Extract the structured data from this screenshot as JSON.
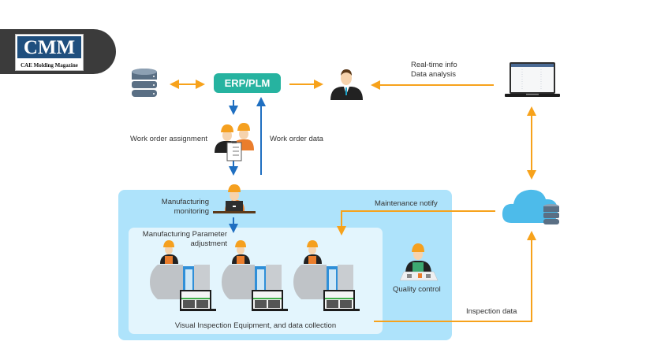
{
  "logo": {
    "title": "CMM",
    "subtitle": "CAE Molding Magazine"
  },
  "nodes": {
    "erp_plm": "ERP/PLM",
    "database_icon": "database-icon",
    "manager_icon": "manager-icon",
    "laptop_icon": "laptop-dashboard-icon",
    "cloud_icon": "cloud-database-icon"
  },
  "labels": {
    "realtime_info": "Real-time info",
    "data_analysis": "Data analysis",
    "work_order_assignment": "Work order assignment",
    "work_order_data": "Work order data",
    "manufacturing_monitoring_line1": "Manufacturing",
    "manufacturing_monitoring_line2": "monitoring",
    "maintenance_notify": "Maintenance notify",
    "parameter_adjustment_line1": "Manufacturing Parameter",
    "parameter_adjustment_line2": "adjustment",
    "quality_control": "Quality control",
    "visual_inspection": "Visual Inspection Equipment, and data collection",
    "inspection_data": "Inspection data"
  },
  "colors": {
    "orange_arrow": "#f7a21b",
    "blue_arrow": "#1f6fc1",
    "erp_teal": "#26b3a0",
    "outer_panel": "#aee3fb",
    "inner_panel": "#e3f5fd",
    "cloud": "#4dbbea",
    "logo_blue": "#1f4f7e"
  }
}
